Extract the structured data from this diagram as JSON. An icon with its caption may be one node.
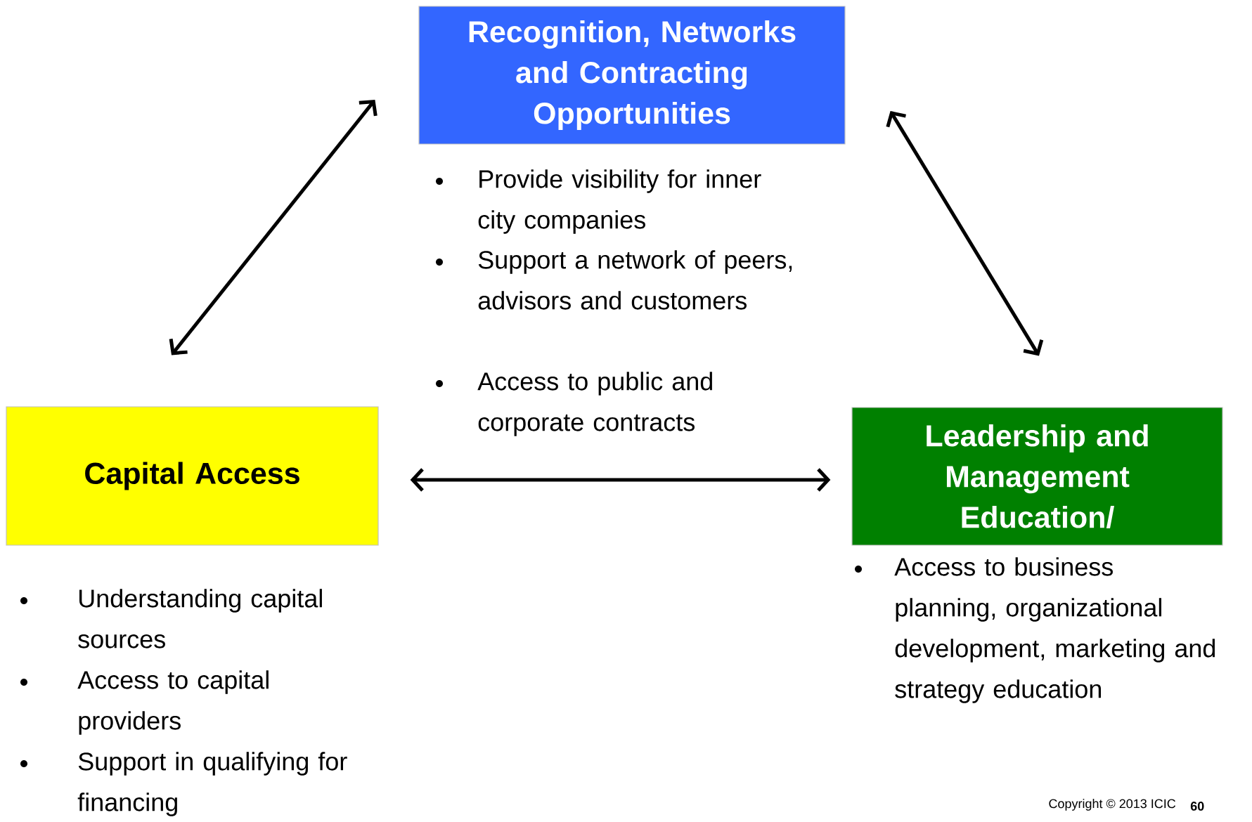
{
  "diagram": {
    "nodes": [
      {
        "text": [
          "Recognition, Networks and Contracting Opportunities"
        ],
        "beside": [
          "Provide visibility for inner city companies",
          "Support a network of peers, advisors and customers",
          "Access to public and corporate contracts"
        ]
      },
      {
        "text": [
          "Capital Access"
        ],
        "beside": [
          "Understanding capital sources",
          "Access to capital providers",
          "Support in qualifying for financing"
        ]
      },
      {
        "text": [
          "Leadership and Management Education/"
        ],
        "beside": [
          "Access to business planning, organizational development, marketing and strategy education"
        ]
      }
    ],
    "edges": [
      {
        "from": 1,
        "to": 0,
        "arrow": "both"
      },
      {
        "from": 0,
        "to": 2,
        "arrow": "both"
      },
      {
        "from": 1,
        "to": 2,
        "arrow": "both"
      }
    ],
    "labels": [
      "Copyright © 2013 ICIC",
      "60"
    ]
  }
}
